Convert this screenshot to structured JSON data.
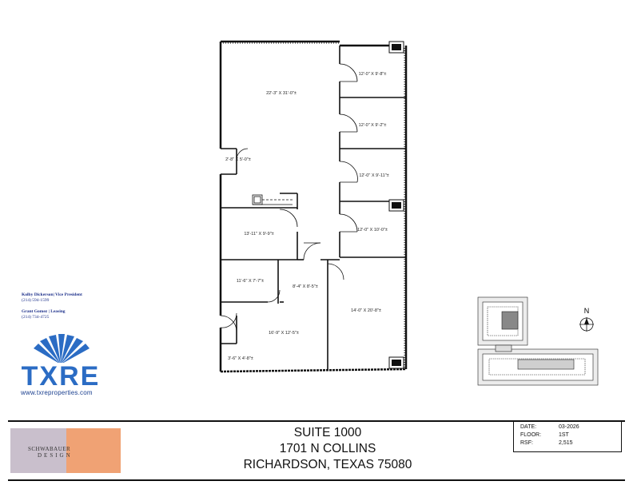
{
  "rooms": {
    "main_office": "22'-3\" X 31'-0\"±",
    "office_1": "12'-0\" X 9'-8\"±",
    "office_2": "12'-0\" X 9'-2\"±",
    "office_3": "12'-0\" X 9'-11\"±",
    "closet": "2'-8\" X 5'-0\"±",
    "office_4": "13'-11\" X 9'-9\"±",
    "office_5": "12'-0\" X 10'-0\"±",
    "storage": "11'-6\" X 7'-7\"±",
    "hall": "8'-4\" X 8'-5\"±",
    "office_6": "14'-0\" X 20'-8\"±",
    "reception": "16'-9\" X 12'-5\"±",
    "vestibule": "3'-6\" X 4'-8\"±"
  },
  "contacts": {
    "contact1": "Kolby Dickerson| Vice President",
    "phone1": "(214) 594-1599",
    "contact2": "Grant Gomez | Leasing",
    "phone2": "(214) 734-4725"
  },
  "logo": {
    "letters": "TXRE",
    "website": "www.txreproperties.com"
  },
  "compass": {
    "label": "N"
  },
  "designer": {
    "name_line1": "SCHWABAUER",
    "name_line2": "DESIGN"
  },
  "title": {
    "suite": "SUITE 1000",
    "address": "1701 N COLLINS",
    "city": "RICHARDSON, TEXAS 75080"
  },
  "info": {
    "date_label": "DATE:",
    "date_value": "03-2026",
    "floor_label": "FLOOR:",
    "floor_value": "1ST",
    "rsf_label": "RSF:",
    "rsf_value": "2,515"
  },
  "colors": {
    "logo_blue": "#2b6cc4",
    "designer_gray": "#c9bfcc",
    "designer_orange": "#f0a274"
  }
}
